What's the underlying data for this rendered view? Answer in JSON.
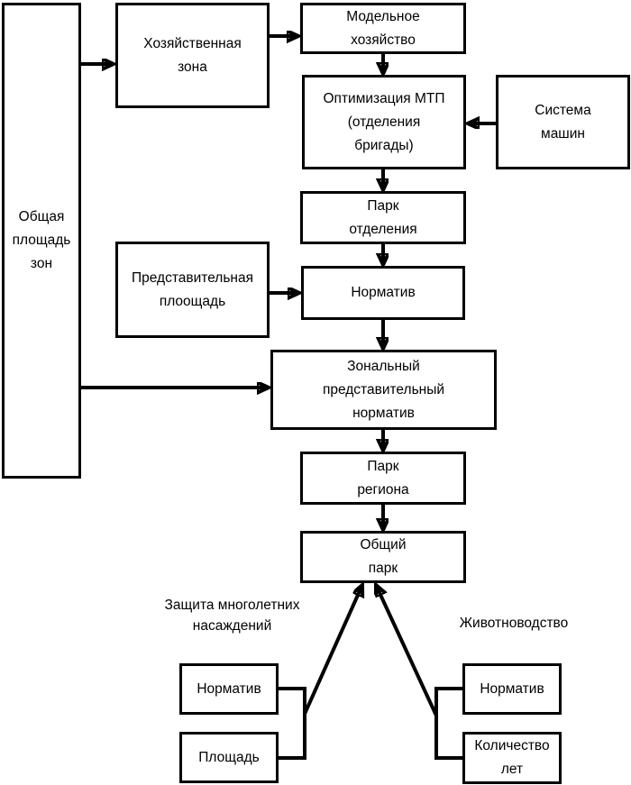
{
  "nodes": {
    "total_area": "Общая\nплощадь\nзон",
    "economic_zone": "Хозяйственная\nзона",
    "model_farm": "Модельное\nхозяйство",
    "mtp_optimization": "Оптимизация МТП\n(отделения\nбригады)",
    "machine_system": "Система\nмашин",
    "division_park": "Парк\nотделения",
    "representative_area": "Представительная\nплоощадь",
    "standard": "Норматив",
    "zonal_standard": "Зональный\nпредставительный\nнорматив",
    "region_park": "Парк\nрегиона",
    "total_park": "Общий\nпарк",
    "perennial_standard": "Норматив",
    "perennial_area": "Площадь",
    "livestock_standard": "Норматив",
    "livestock_years": "Количество\nлет"
  },
  "labels": {
    "perennial_protection": "Защита многолетних\nнасаждений",
    "livestock": "Животноводство"
  },
  "colors": {
    "line": "#000000",
    "background": "#ffffff",
    "text": "#000000"
  }
}
